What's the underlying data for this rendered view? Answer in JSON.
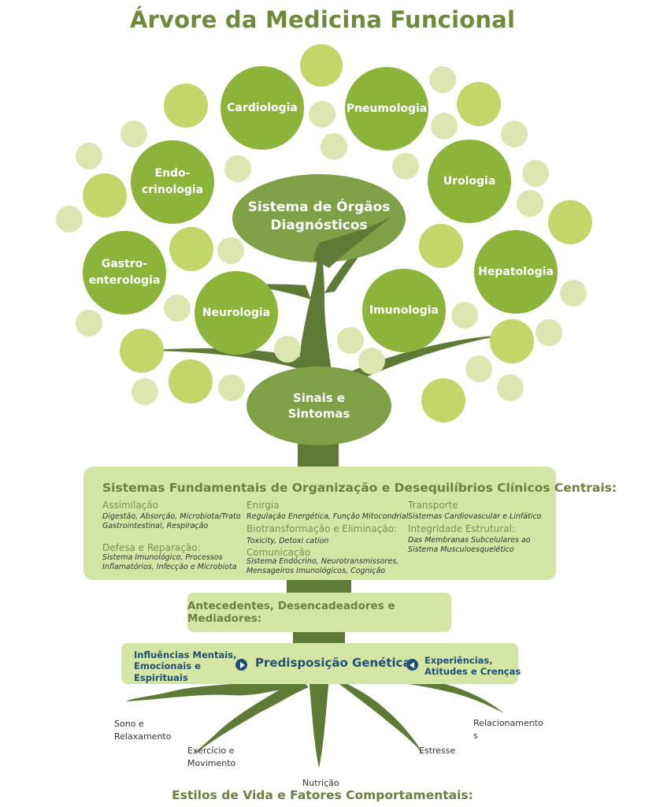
{
  "title": "Árvore da Medicina Funcional",
  "colors": {
    "title": "#6e8a3a",
    "circle_dark": "#8db43a",
    "circle_mid": "#c2d66a",
    "circle_light": "#dbe6b0",
    "trunk": "#5e7a35",
    "box_fill": "#d3e6a4",
    "genetic_text": "#1f4f74"
  },
  "organ_systems": {
    "center": "Sistema de Órgãos\nDiagnósticos",
    "items": [
      {
        "label": "Cardiologia"
      },
      {
        "label": "Pneumologia"
      },
      {
        "label": "Endo-\ncrinologia"
      },
      {
        "label": "Urologia"
      },
      {
        "label": "Gastro-\nenterologia"
      },
      {
        "label": "Hepatologia"
      },
      {
        "label": "Neurologia"
      },
      {
        "label": "Imunologia"
      }
    ]
  },
  "signs": "Sinais e\nSintomas",
  "fundamentals": {
    "title": "Sistemas Fundamentais de Organização e Desequilíbrios Clínicos Centrais:",
    "categories": [
      {
        "name": "Assimilação",
        "detail": "Digestão, Absorção, Microbiota/Trato\nGastrointestinal, Respiração"
      },
      {
        "name": "Defesa e Reparação:",
        "detail": "Sistema Imunológico, Processos\nInflamatórios, Infecção e Microbiota"
      },
      {
        "name": "Enirgia",
        "detail": "Regulação Energética, Função Mitocondrial"
      },
      {
        "name": "Biotransformação e Eliminação:",
        "detail": "Toxicity, Detoxi cation"
      },
      {
        "name": "Comunicação",
        "detail": "Sistema Endócrino, Neurotransmissores,\nMensageiros Imunológicos, Cognição"
      },
      {
        "name": "Transporte",
        "detail": "Sistemas Cardiovascular e Linfático"
      },
      {
        "name": "Integridade Estrutural:",
        "detail": "Das Membranas Subcelulares ao\nSistema Musculoesquelético"
      }
    ]
  },
  "antecedents": "Antecedentes, Desencadeadores e Mediadores:",
  "genetic": {
    "left": "Influências Mentais,\nEmocionais e\nEspirituais",
    "center": "Predisposição Genética",
    "right": "Experiências,\nAtitudes e Crenças",
    "left_icon": "arrow-right-circle-icon",
    "right_icon": "arrow-left-circle-icon"
  },
  "roots": [
    {
      "label": "Sono e\nRelaxamento"
    },
    {
      "label": "Exercício e\nMovimento"
    },
    {
      "label": "Nutrição"
    },
    {
      "label": "Estresse"
    },
    {
      "label": "Relacionamento\ns"
    }
  ],
  "lifestyle_title": "Estilos de Vida e Fatores Comportamentais:"
}
